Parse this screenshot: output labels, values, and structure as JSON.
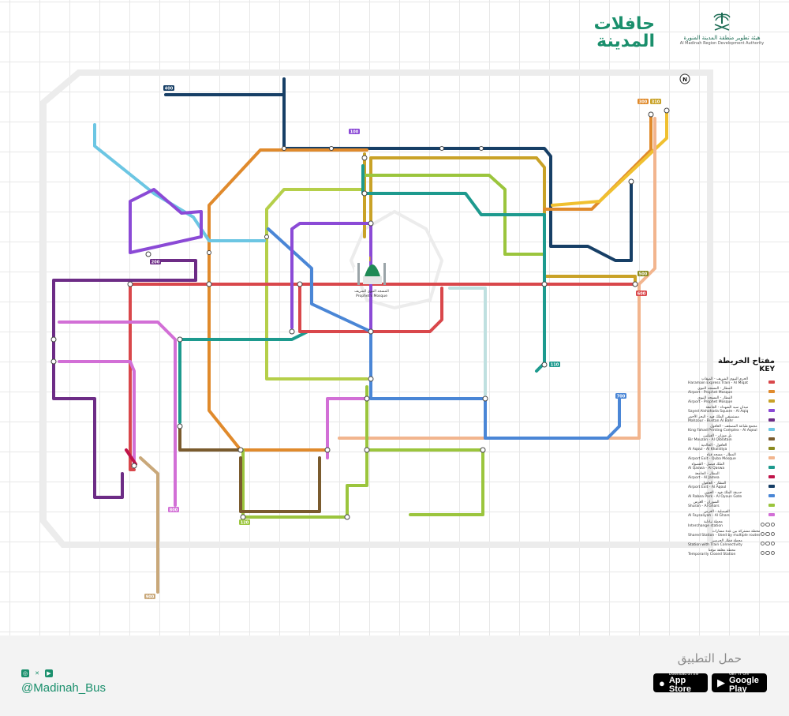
{
  "header": {
    "brand_ar_line1": "حافلات",
    "brand_ar_line2": "المدينة",
    "authority_ar": "هيئة تطوير منطقة المدينة المنورة",
    "authority_en": "Al Madinah Region Development Authority"
  },
  "map": {
    "north": "N",
    "mosque_ar": "المسجد النبوي الشريف",
    "mosque_en": "Prophet's Mosque",
    "lines": [
      {
        "id": "gold",
        "color": "#c9a227"
      },
      {
        "id": "orange",
        "color": "#e08a2c"
      },
      {
        "id": "navy",
        "color": "#173f66"
      },
      {
        "id": "teal",
        "color": "#1d9a8e"
      },
      {
        "id": "green",
        "color": "#9bc53d"
      },
      {
        "id": "lime",
        "color": "#b5cf4a"
      },
      {
        "id": "blue",
        "color": "#4a86d6"
      },
      {
        "id": "red",
        "color": "#d9474b"
      },
      {
        "id": "purple",
        "color": "#6d2c86"
      },
      {
        "id": "pink",
        "color": "#d26fd6"
      },
      {
        "id": "violet",
        "color": "#8b4ad6"
      },
      {
        "id": "brown",
        "color": "#7a5b2e"
      },
      {
        "id": "tan",
        "color": "#c9a87a"
      },
      {
        "id": "peach",
        "color": "#f2b58e"
      },
      {
        "id": "sky",
        "color": "#6cc6e3"
      },
      {
        "id": "pale",
        "color": "#bfe0e0"
      },
      {
        "id": "magenta",
        "color": "#c0144a"
      },
      {
        "id": "olive",
        "color": "#8b8b1f"
      }
    ],
    "badges": [
      {
        "text": "400",
        "color": "#173f66"
      },
      {
        "text": "100",
        "color": "#8b4ad6"
      },
      {
        "text": "200",
        "color": "#6d2c86"
      },
      {
        "text": "300",
        "color": "#e08a2c"
      },
      {
        "text": "310",
        "color": "#c9a227"
      },
      {
        "text": "600",
        "color": "#d9474b"
      },
      {
        "text": "500",
        "color": "#8b8b1f"
      },
      {
        "text": "700",
        "color": "#4a86d6"
      },
      {
        "text": "110",
        "color": "#1d9a8e"
      },
      {
        "text": "800",
        "color": "#d26fd6"
      },
      {
        "text": "900",
        "color": "#c9a87a"
      },
      {
        "text": "120",
        "color": "#9bc53d"
      }
    ]
  },
  "key": {
    "title_ar": "مفتاح الخريطة",
    "title_en": "KEY",
    "items": [
      {
        "ar": "الحرم النبوي الشريف - الميقات",
        "en": "Haramain Express Train - Al Miqat",
        "color": "#d9474b"
      },
      {
        "ar": "المطار - المسجد النبوي",
        "en": "Airport - Prophet Mosque",
        "color": "#e08a2c"
      },
      {
        "ar": "المطار - المسجد النبوي",
        "en": "Airport - Prophet Mosque",
        "color": "#c9a227"
      },
      {
        "ar": "ميدان سيد الشهداء - الجامعة",
        "en": "Sayed Alshohada Square - Al Aqiq",
        "color": "#8b4ad6"
      },
      {
        "ar": "مستشفى الملك فهد - البحر الأحمر",
        "en": "Mahzour - Bustan Al Bahr",
        "color": "#6d2c86"
      },
      {
        "ar": "مجمع طباعة المصحف - العاقول",
        "en": "King Fahad Printing Complex - Al Aqoul",
        "color": "#6cc6e3"
      },
      {
        "ar": "بئر موزان - القبلتين",
        "en": "Bir Mouzan - Al Qiblatain",
        "color": "#7a5b2e"
      },
      {
        "ar": "العاقول - الخالدية",
        "en": "Al Aqoul - Al Khalidiya",
        "color": "#8b8b1f"
      },
      {
        "ar": "المطار - مسجد قباء",
        "en": "Airport Exit - Quba Mosque",
        "color": "#f2b58e"
      },
      {
        "ar": "الملك فيصل - القصواء",
        "en": "Al Qaswa - Al Qaswa",
        "color": "#1d9a8e"
      },
      {
        "ar": "المطار - الجامعة",
        "en": "Airport - Al Jamea",
        "color": "#c0144a"
      },
      {
        "ar": "المطار - العاقول",
        "en": "Airport Exit - Al Aqoul",
        "color": "#173f66"
      },
      {
        "ar": "حديقة الملك فهد - العيون",
        "en": "Al Rabea Park - Al Oyoun Gate",
        "color": "#4a86d6"
      },
      {
        "ar": "الشوران - الغرس",
        "en": "Shuran - Al Ghars",
        "color": "#9bc53d"
      },
      {
        "ar": "الفيصلية - الغرس",
        "en": "Al Faysaliyah - Al Ghars",
        "color": "#d26fd6"
      }
    ],
    "symbols": [
      {
        "ar": "محطة تبادلية",
        "en": "Interchange station",
        "kind": "interchange"
      },
      {
        "ar": "محطة مشتركة بين عدة مسارات",
        "en": "Shared Station - Used by multiple routes",
        "kind": "shared"
      },
      {
        "ar": "محطة قطار الحرمين",
        "en": "Station with Train Connectivity",
        "kind": "train"
      },
      {
        "ar": "محطة مغلقة مؤقتا",
        "en": "Temporarily Closed Station",
        "kind": "closed"
      }
    ]
  },
  "footer": {
    "handle": "@Madinah_Bus",
    "download_ar": "حمل التطبيق",
    "appstore_small": "Download on the",
    "appstore_big": "App Store",
    "googleplay_small": "GET IT ON",
    "googleplay_big": "Google Play"
  }
}
